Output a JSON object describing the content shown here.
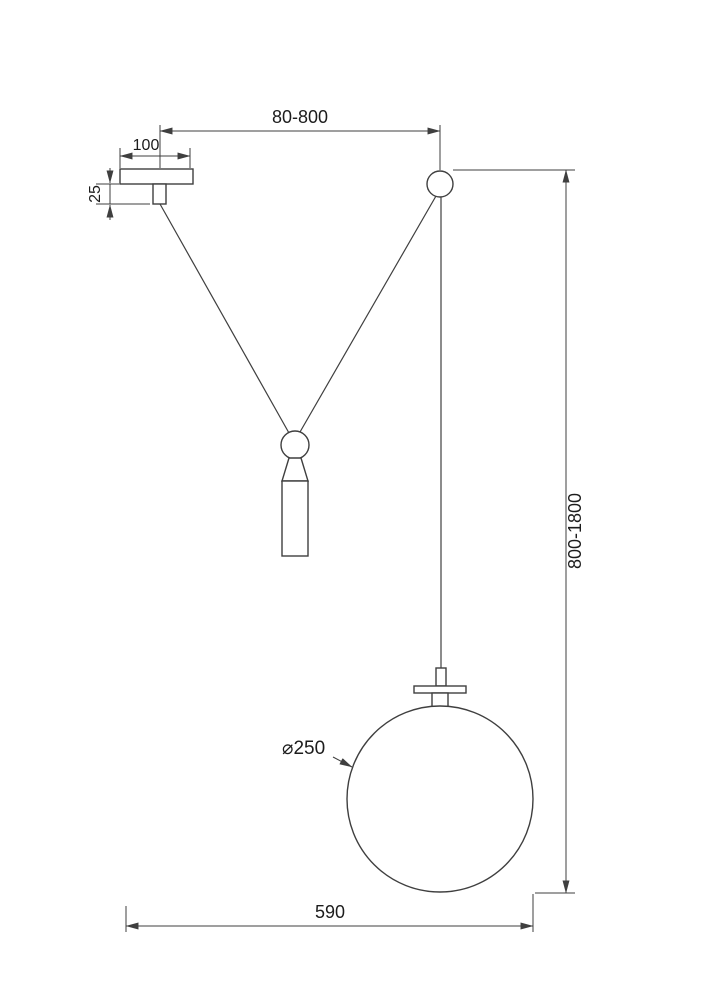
{
  "diagram": {
    "type": "technical-drawing",
    "labels": {
      "top_span": "80-800",
      "plate_width": "100",
      "plate_drop": "25",
      "drop_range": "800-1800",
      "globe_diameter": "⌀250",
      "overall_width": "590"
    },
    "colors": {
      "line": "#3f3f3f",
      "text": "#1c1c1c",
      "background": "#ffffff"
    }
  }
}
